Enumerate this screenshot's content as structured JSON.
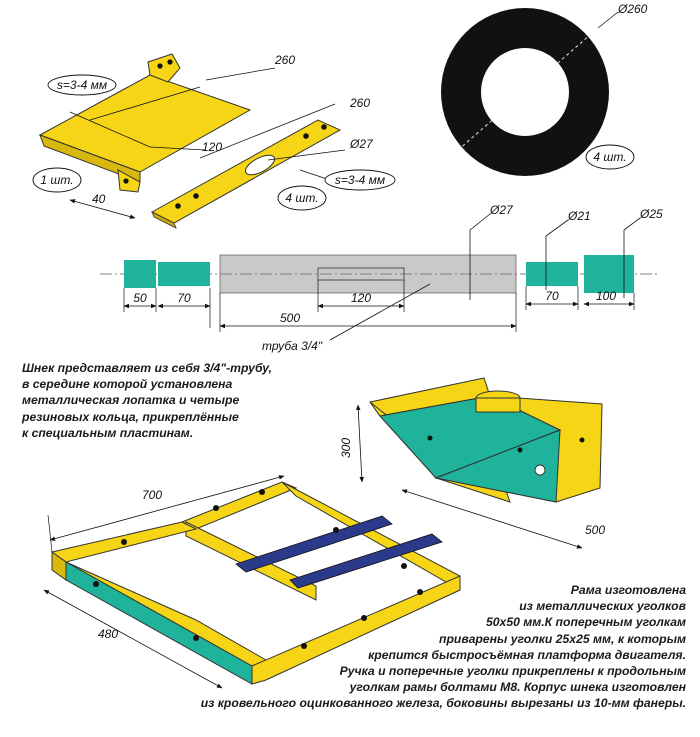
{
  "colors": {
    "yellow": "#f5d515",
    "teal": "#1fb39c",
    "gray": "#c9c9c9",
    "black": "#111111",
    "blue": "#2b3a8a"
  },
  "plate": {
    "thickness": "s=3-4 мм",
    "length": "260",
    "width": "120",
    "tab": "40",
    "qty": "1 шт."
  },
  "strip": {
    "length": "260",
    "hole": "Ø27",
    "thickness": "s=3-4 мм",
    "qty": "4 шт."
  },
  "ring": {
    "diameter": "Ø260",
    "qty": "4 шт."
  },
  "shaft": {
    "d_pipe": "Ø27",
    "d_mid": "Ø21",
    "d_end": "Ø25",
    "len_left_1": "50",
    "len_left_2": "70",
    "len_slot": "120",
    "len_pipe": "500",
    "len_right_1": "70",
    "len_right_2": "100",
    "pipe_label": "труба 3/4\""
  },
  "housing": {
    "height": "300",
    "length": "500"
  },
  "frame": {
    "length": "700",
    "width": "480"
  },
  "text": {
    "auger": [
      "Шнек представляет из себя 3/4\"-трубу,",
      "в середине которой установлена",
      "металлическая лопатка и четыре",
      "резиновых кольца, прикреплённые",
      "к специальным пластинам."
    ],
    "frame": [
      "Рама изготовлена",
      "из металлических уголков",
      "50х50 мм.К поперечным уголкам",
      "приварены уголки 25х25 мм, к которым",
      "крепится быстросъёмная платформа двигателя.",
      "Ручка и поперечные уголки прикреплены к продольным",
      "уголкам рамы болтами М8. Корпус шнека изготовлен",
      "из кровельного оцинкованного железа, боковины вырезаны из 10-мм фанеры."
    ]
  }
}
